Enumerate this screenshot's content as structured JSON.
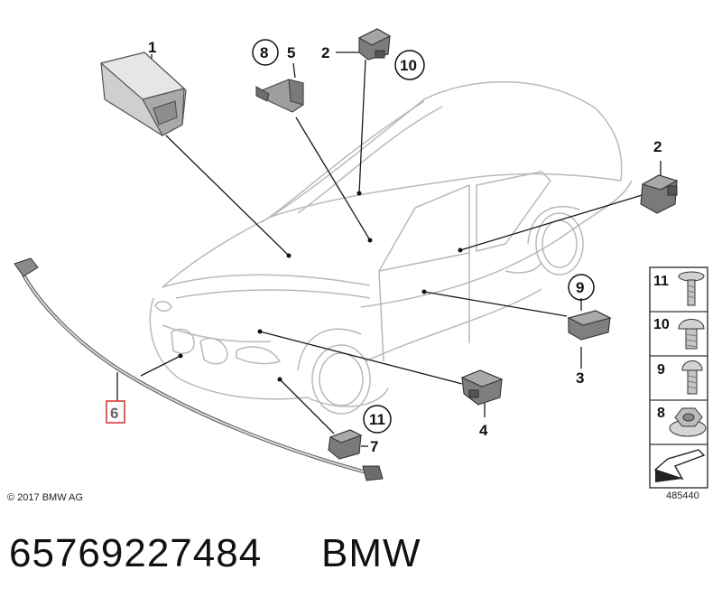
{
  "callouts": {
    "c1": "1",
    "c2a": "2",
    "c2b": "2",
    "c3": "3",
    "c4": "4",
    "c5": "5",
    "c6": "6",
    "c7": "7",
    "c8": "8",
    "c9": "9",
    "c10": "10",
    "c11": "11"
  },
  "legend": {
    "r11": "11",
    "r10": "10",
    "r9": "9",
    "r8": "8"
  },
  "copyright": "© 2017 BMW AG",
  "diagram_id": "485440",
  "part_number": "65769227484",
  "brand": "BMW",
  "colors": {
    "highlight_box": "#d9534f",
    "line": "#1a1a1a",
    "outline": "#b9b9b9"
  }
}
